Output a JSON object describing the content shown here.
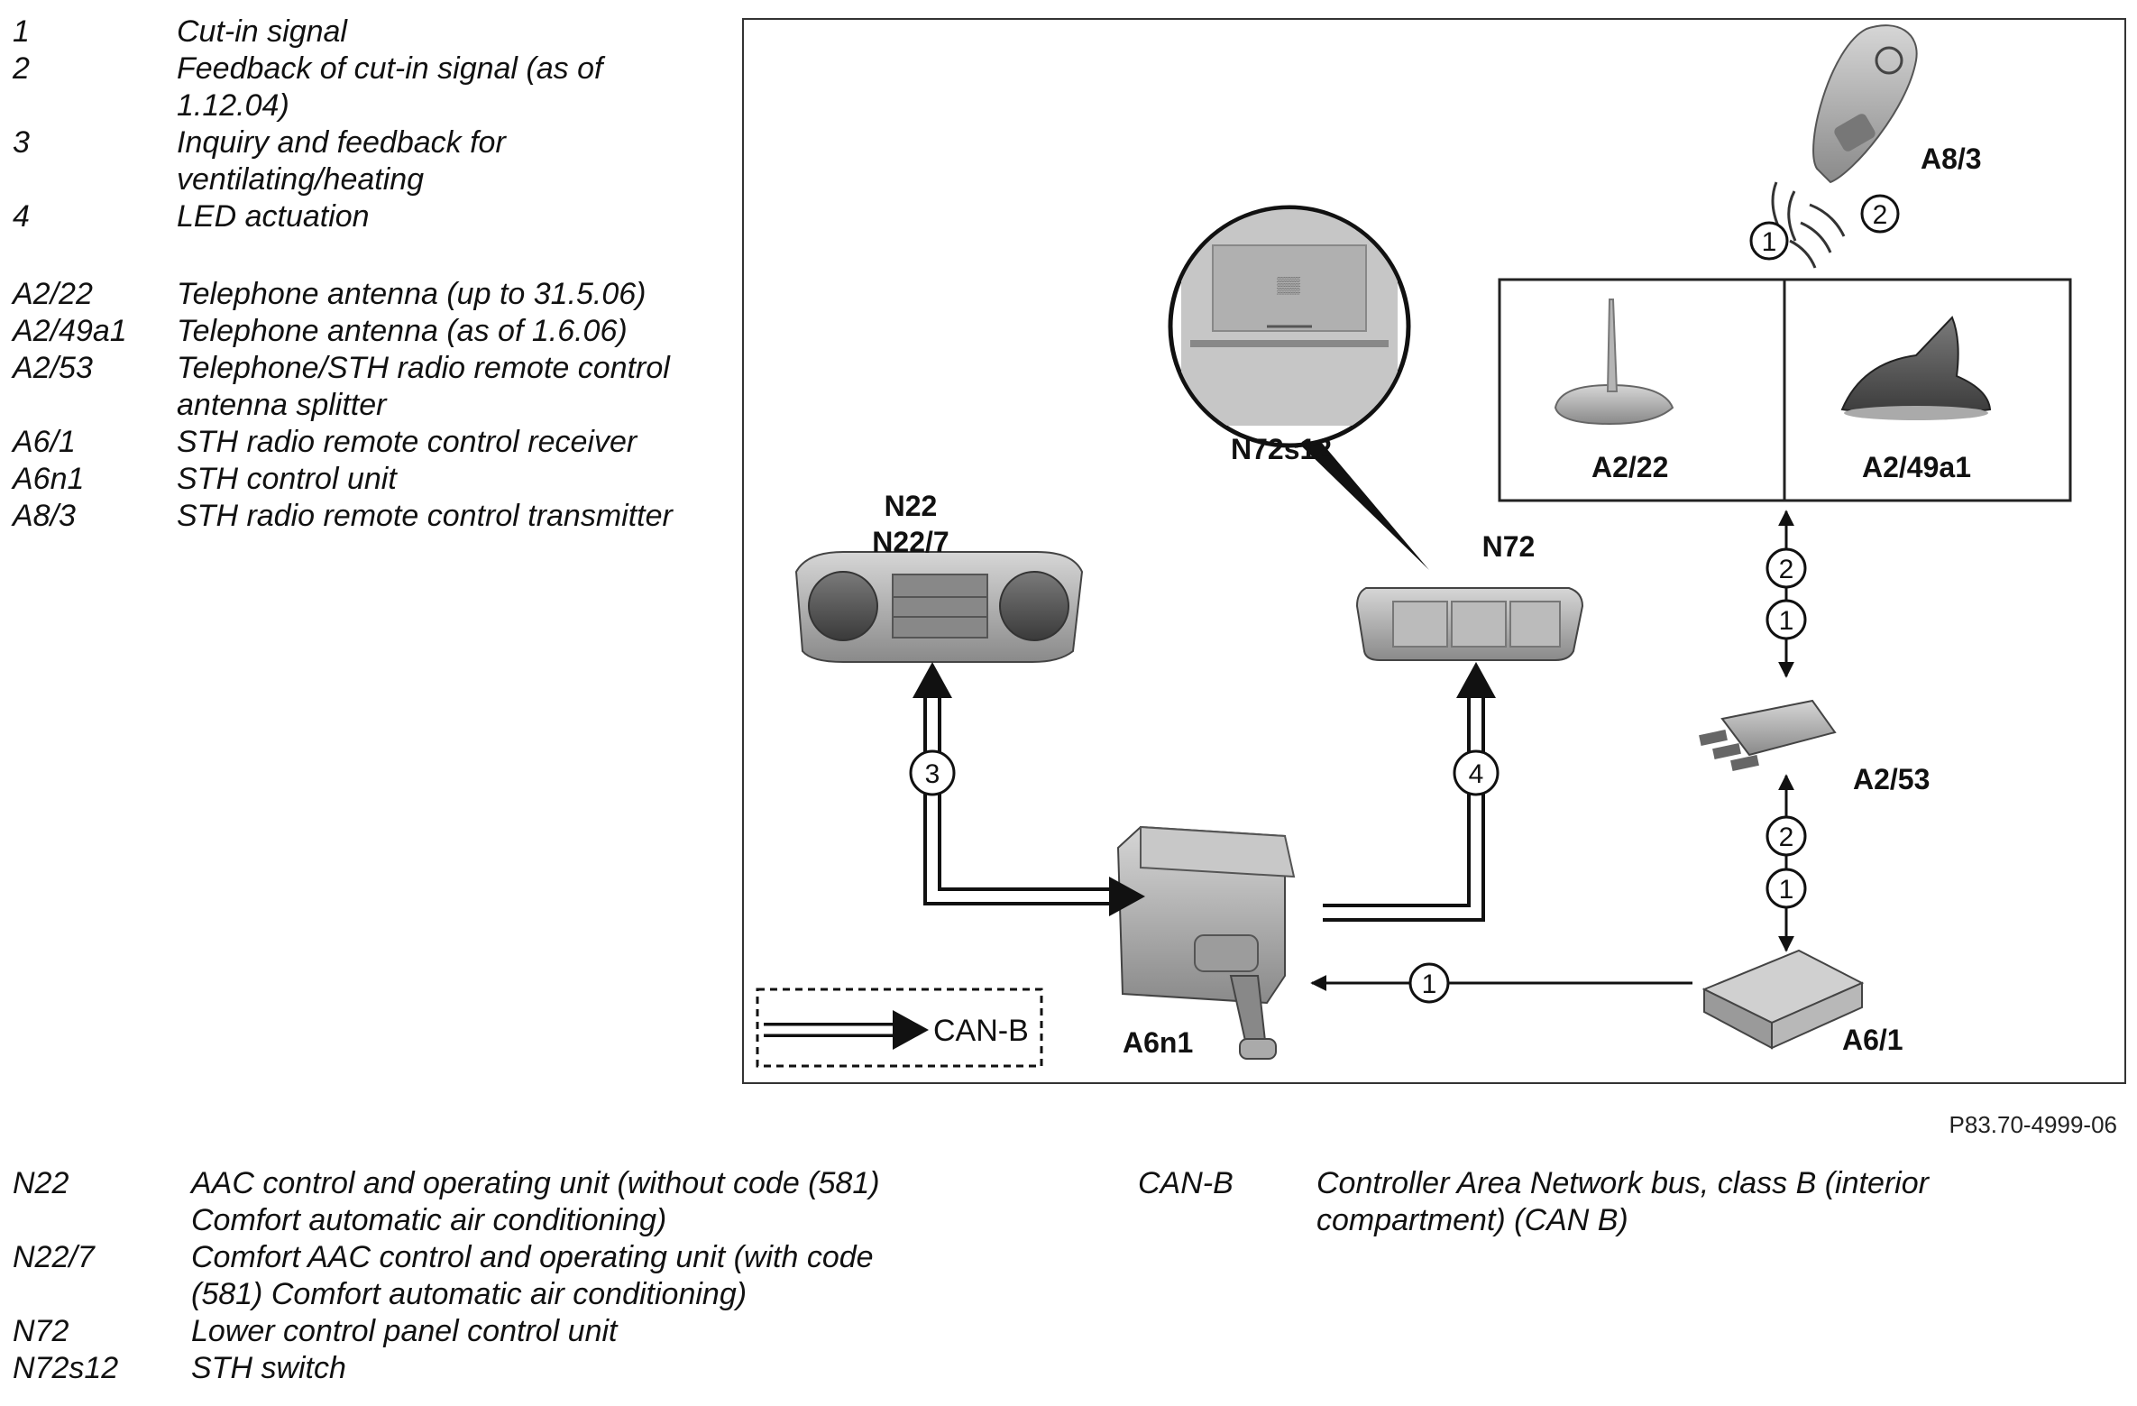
{
  "legend_top": [
    {
      "code": "1",
      "desc": "Cut-in signal"
    },
    {
      "code": "2",
      "desc": "Feedback of cut-in signal (as of 1.12.04)"
    },
    {
      "code": "3",
      "desc": "Inquiry and feedback for ventilating/heating"
    },
    {
      "code": "4",
      "desc": "LED actuation"
    },
    {
      "code": "A2/22",
      "desc": "Telephone antenna (up to 31.5.06)"
    },
    {
      "code": "A2/49a1",
      "desc": "Telephone antenna (as of 1.6.06)"
    },
    {
      "code": "A2/53",
      "desc": "Telephone/STH radio remote control antenna splitter"
    },
    {
      "code": "A6/1",
      "desc": "STH radio remote control receiver"
    },
    {
      "code": "A6n1",
      "desc": "STH control unit"
    },
    {
      "code": "A8/3",
      "desc": "STH radio remote control transmitter"
    }
  ],
  "legend_bottom_left": [
    {
      "code": "N22",
      "desc": "AAC control and operating unit (without code (581) Comfort automatic air conditioning)"
    },
    {
      "code": "N22/7",
      "desc": "Comfort AAC control and operating unit (with code (581) Comfort automatic air conditioning)"
    },
    {
      "code": "N72",
      "desc": "Lower control panel control unit"
    },
    {
      "code": "N72s12",
      "desc": "STH switch"
    }
  ],
  "legend_bottom_right": [
    {
      "code": "CAN-B",
      "desc": "Controller Area Network bus, class B (interior compartment) (CAN B)"
    }
  ],
  "figure_ref": "P83.70-4999-06",
  "diagram": {
    "labels": {
      "a8_3": "A8/3",
      "a2_22": "A2/22",
      "a2_49a1": "A2/49a1",
      "n72s12": "N72s12",
      "n22": "N22",
      "n22_7": "N22/7",
      "n72": "N72",
      "a2_53": "A2/53",
      "a6n1": "A6n1",
      "a6_1": "A6/1",
      "can_b": "CAN-B"
    },
    "signal_numbers": {
      "remote_cut_in": "1",
      "remote_feedback": "2",
      "antenna_feedback": "2",
      "antenna_cut_in": "1",
      "splitter_feedback": "2",
      "splitter_cut_in": "1",
      "receiver_cut_in": "1",
      "inquiry": "3",
      "led": "4"
    }
  }
}
